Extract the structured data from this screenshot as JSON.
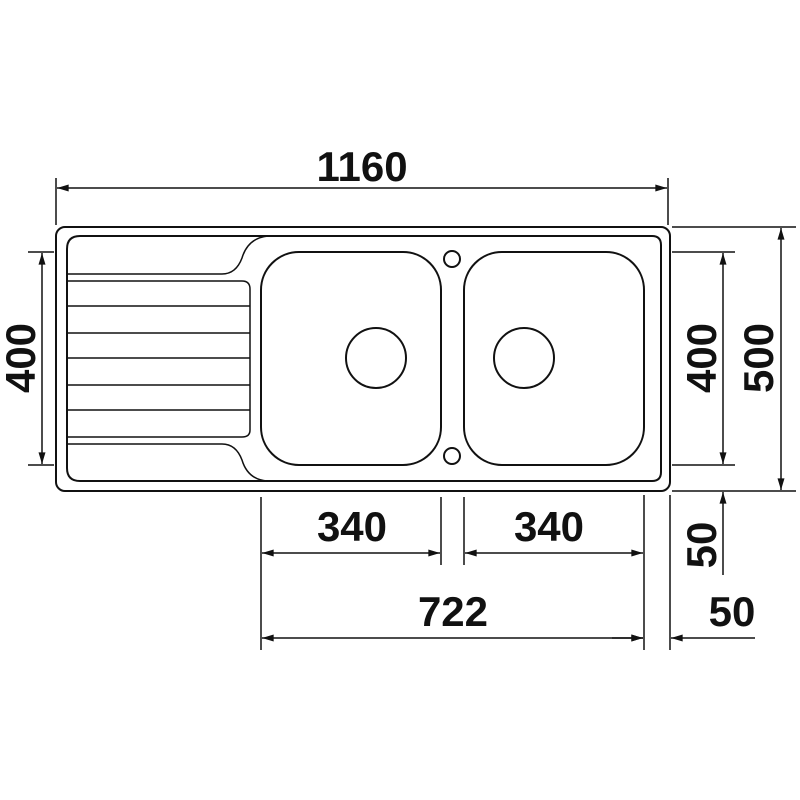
{
  "dimensions": {
    "overall_width": "1160",
    "bowl_height_left": "400",
    "bowl_height_right": "400",
    "overall_depth": "500",
    "front_offset": "50",
    "bowl_width_left": "340",
    "bowl_width_right": "340",
    "bowls_span": "722",
    "side_offset": "50"
  },
  "colors": {
    "line": "#111111",
    "background": "#ffffff"
  }
}
